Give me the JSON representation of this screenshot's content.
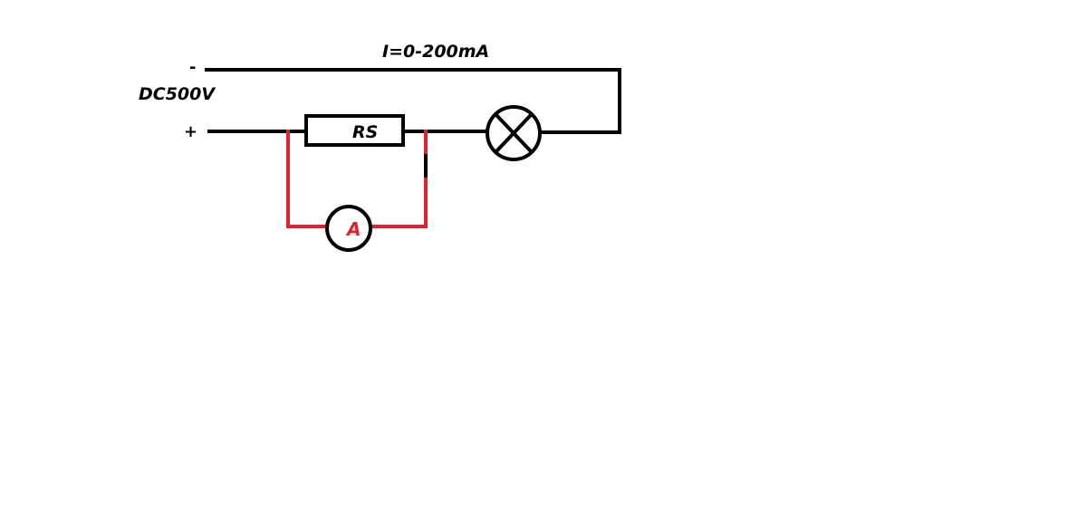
{
  "diagram": {
    "current_label": "I=0-200mA",
    "voltage_label": "DC500V",
    "minus_terminal": "-",
    "plus_terminal": "+",
    "resistor_label": "RS",
    "ammeter_label": "A"
  },
  "colors": {
    "wire": "#000000",
    "ammeter_branch": "#e0232b",
    "background": "#ffffff"
  },
  "components": {
    "resistor": "resistor",
    "lamp": "lamp-icon",
    "ammeter": "ammeter-icon"
  }
}
